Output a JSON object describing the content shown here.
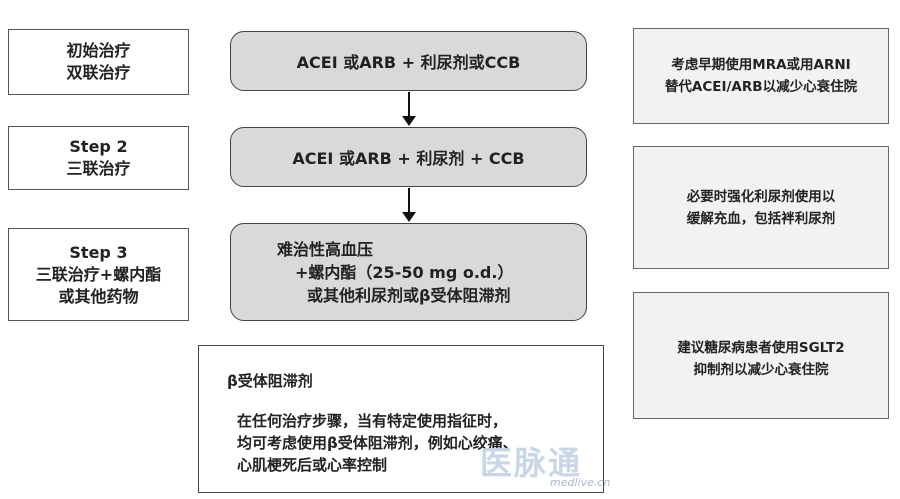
{
  "steps": [
    {
      "lines": [
        "初始治疗",
        "双联治疗"
      ]
    },
    {
      "lines": [
        "Step 2",
        "三联治疗"
      ]
    },
    {
      "lines": [
        "Step 3",
        "三联治疗+螺内酯",
        "或其他药物"
      ]
    }
  ],
  "flow": [
    {
      "lines": [
        "ACEI 或ARB + 利尿剂或CCB"
      ]
    },
    {
      "lines": [
        "ACEI 或ARB + 利尿剂 + CCB"
      ]
    },
    {
      "lines": [
        "难治性高血压",
        "+螺内酯（25-50 mg o.d.）",
        "或其他利尿剂或β受体阻滞剂"
      ]
    }
  ],
  "notes": [
    {
      "lines": [
        "考虑早期使用MRA或用ARNI",
        "替代ACEI/ARB以减少心衰住院"
      ]
    },
    {
      "lines": [
        "必要时强化利尿剂使用以",
        "缓解充血，包括袢利尿剂"
      ]
    },
    {
      "lines": [
        "建议糖尿病患者使用SGLT2",
        "抑制剂以减少心衰住院"
      ]
    }
  ],
  "beta_blocker": {
    "title": "β受体阻滞剂",
    "lines": [
      "在任何治疗步骤，当有特定使用指征时，",
      "均可考虑使用β受体阻滞剂，例如心绞痛、",
      "心肌梗死后或心率控制"
    ]
  },
  "watermark": {
    "logo": "医脉通",
    "url": "medlive.cn"
  }
}
